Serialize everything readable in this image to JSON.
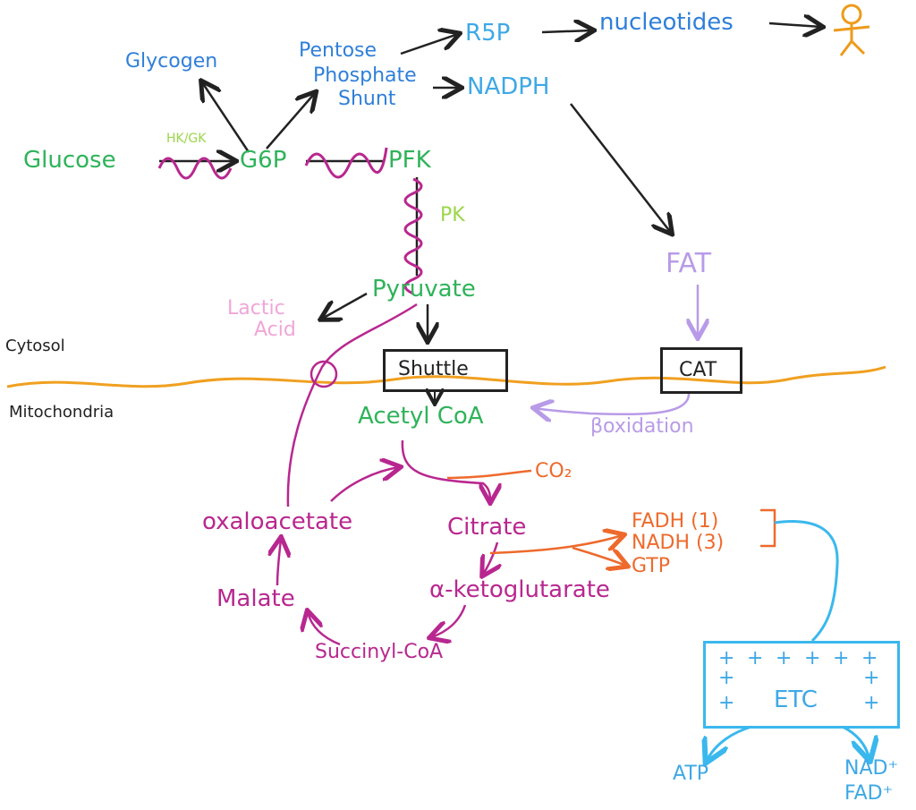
{
  "glycolysis": {
    "glucose": "Glucose",
    "hk_gk": "HK/GK",
    "g6p": "G6P",
    "pfk": "PFK",
    "pk": "PK",
    "pyruvate": "Pyruvate",
    "lactic_acid": [
      "Lactic",
      "Acid"
    ],
    "glycogen": "Glycogen"
  },
  "pentose_pathway": {
    "name": [
      "Pentose",
      "Phosphate",
      "Shunt"
    ],
    "r5p": "R5P",
    "nucleotides": "nucleotides",
    "nadph": "NADPH"
  },
  "fat": {
    "fat": "FAT",
    "cat": "CAT",
    "beta_oxidation": "βoxidation"
  },
  "compartments": {
    "cytosol": "Cytosol",
    "mitochondria": "Mitochondria"
  },
  "shuttle": "Shuttle",
  "acetyl_coa": "Acetyl CoA",
  "tca": {
    "co2": "CO₂",
    "citrate": "Citrate",
    "alpha_ketoglutarate": "α-ketoglutarate",
    "succinyl_coa": "Succinyl-CoA",
    "malate": "Malate",
    "oxaloacetate": "oxaloacetate",
    "products": [
      "FADH (1)",
      "NADH (3)",
      "GTP"
    ]
  },
  "etc": {
    "label": "ETC",
    "plus": "+",
    "atp": "ATP",
    "nad": "NAD⁺",
    "fad": "FAD⁺"
  },
  "icons": {
    "person": "stick-figure-icon"
  },
  "colors": {
    "blue": "#2f7fd9",
    "sky": "#3ea8e6",
    "green": "#2fb35a",
    "lime": "#9bd64a",
    "purple": "#b8278f",
    "lavender": "#b89be8",
    "pink": "#f0a6d8",
    "orange": "#ee6a2c",
    "membrane": "#f0a020",
    "etc": "#3ab8ee"
  }
}
